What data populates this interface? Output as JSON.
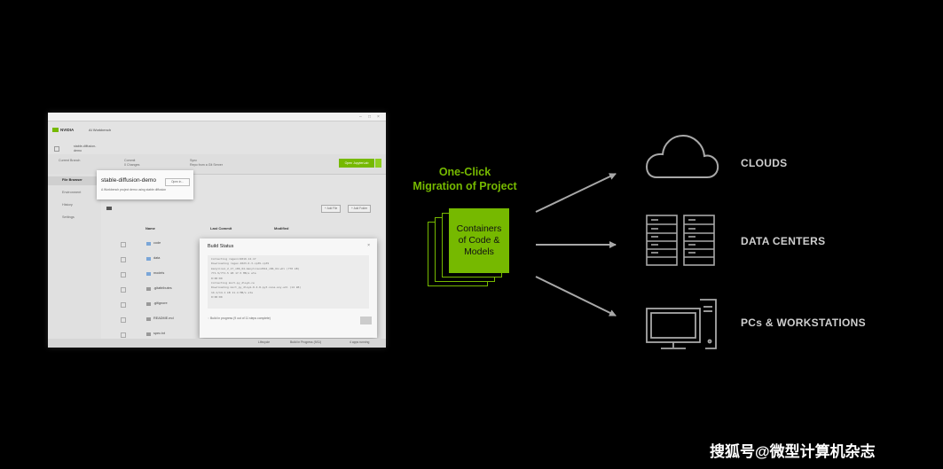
{
  "screenshot": {
    "brand": "NVIDIA",
    "app_name": "AI Workbench",
    "project_switcher": [
      "stable-diffusion-",
      "demo"
    ],
    "header_columns": [
      {
        "title": "Current Branch",
        "sub": ""
      },
      {
        "title": "Commit",
        "sub": "0 Changes"
      },
      {
        "title": "Sync",
        "sub": "Repo from a Git Server"
      }
    ],
    "open_button": "Open JupyterLab",
    "sidebar": [
      "File Browser",
      "Environment",
      "History",
      "Settings"
    ],
    "project_card": {
      "title": "stable-diffusion-demo",
      "subtitle": "A Workbench project demo using stable diffusion",
      "button": "Open in..."
    },
    "add_file": "+ Add File",
    "add_folder": "+ Add Folder",
    "table_headers": [
      "Name",
      "Last Commit",
      "Modified"
    ],
    "files": [
      "code",
      "data",
      "models",
      ".gitattributes",
      ".gitignore",
      "README.md",
      "spec.txt"
    ],
    "build_modal": {
      "title": "Build Status",
      "close": "×",
      "log_lines": [
        "Collecting regex>=2019.12.17",
        "  Downloading regex-2023.6.3-cp39-cp39",
        "manylinux_2_17_x86_64.manylinux2014_x86_64.whl (770 kB)",
        "                                    771.5/771.5 kB 17.5 MB/s eta",
        "0:00:00",
        "Collecting moct-py_dlsym-ce",
        "  Downloading moct_py_dlsym-0.4.8-py3-none-any.whl (14 kB)",
        "                                    14.1/14.1 kB 11.4 MB/s eta",
        "0:00:00"
      ],
      "progress": "Build in progress (9 out of 11 steps complete)"
    },
    "statusbar": [
      "Lifecycle",
      "Build in Progress (9/11)",
      "4 apps running"
    ]
  },
  "migration_label": [
    "One-Click",
    "Migration of Project"
  ],
  "container_label": [
    "Containers",
    "of Code &",
    "Models"
  ],
  "destinations": [
    "CLOUDS",
    "DATA CENTERS",
    "PCs & WORKSTATIONS"
  ],
  "icons": [
    "cloud-icon",
    "server-racks-icon",
    "desktop-pc-icon"
  ],
  "watermark": "搜狐号@微型计算机杂志",
  "colors": {
    "accent": "#76b900",
    "icon_stroke": "#a8a8a8",
    "background": "#000000"
  }
}
